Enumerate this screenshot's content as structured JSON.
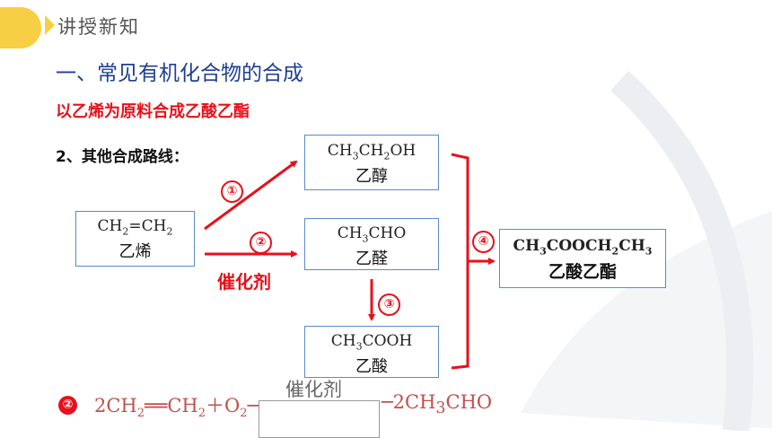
{
  "header": {
    "tab_label": "讲授新知"
  },
  "section_title": "一、常见有机化合物的合成",
  "subtitle": "以乙烯为原料合成乙酸乙酯",
  "routes_label": "2、其他合成路线：",
  "nodes": {
    "ethylene": {
      "name": "乙烯"
    },
    "ethanol": {
      "name": "乙醇"
    },
    "acetaldehyde": {
      "name": "乙醛"
    },
    "acetic_acid": {
      "name": "乙酸"
    },
    "ethyl_acetate": {
      "name": "乙酸乙酯"
    }
  },
  "steps": {
    "s1": "①",
    "s2": "②",
    "s3": "③",
    "s4": "④"
  },
  "catalyst_label": "催化剂",
  "equation": {
    "step": "②",
    "catalyst": "催化剂"
  },
  "colors": {
    "accent_red": "#e8101a",
    "title_blue": "#1f3f93",
    "box_border": "#5b8bc9",
    "tab_yellow": "#f7cf45"
  }
}
